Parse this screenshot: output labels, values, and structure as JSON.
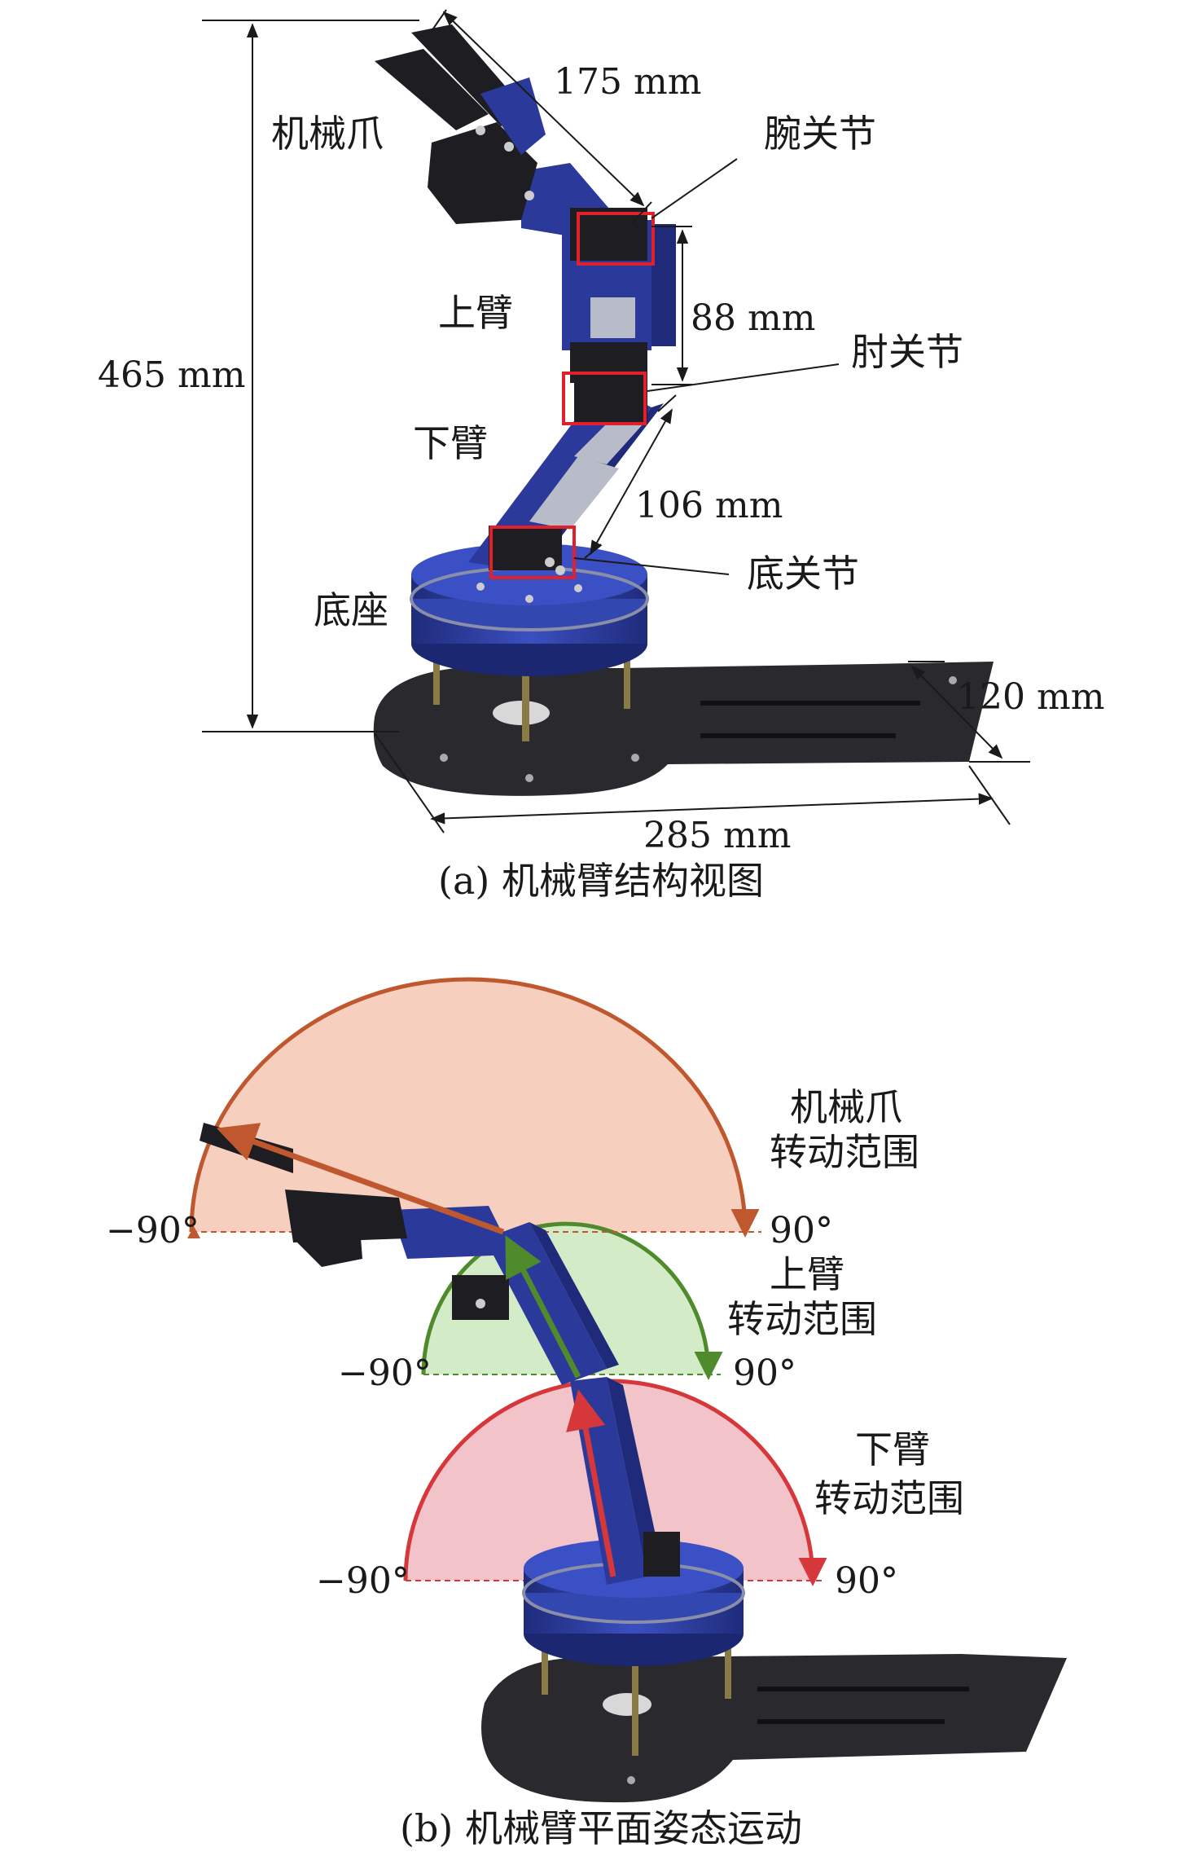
{
  "panel_a": {
    "caption": "(a) 机械臂结构视图",
    "parts": {
      "gripper": "机械爪",
      "wrist_joint": "腕关节",
      "upper_arm": "上臂",
      "elbow_joint": "肘关节",
      "lower_arm": "下臂",
      "base_joint": "底关节",
      "base": "底座"
    },
    "dimensions": {
      "total_height": "465 mm",
      "gripper_length": "175 mm",
      "upper_arm_length": "88 mm",
      "lower_arm_length": "106 mm",
      "plate_width": "120 mm",
      "plate_length": "285 mm"
    }
  },
  "panel_b": {
    "caption": "(b) 机械臂平面姿态运动",
    "ranges": [
      {
        "line1": "机械爪",
        "line2": "转动范围",
        "min": "−90°",
        "max": "90°",
        "color": "#c0582f",
        "fill": "#f6cfbe"
      },
      {
        "line1": "上臂",
        "line2": "转动范围",
        "min": "−90°",
        "max": "90°",
        "color": "#4f8a2c",
        "fill": "#d4ebc7"
      },
      {
        "line1": "下臂",
        "line2": "转动范围",
        "min": "−90°",
        "max": "90°",
        "color": "#d6373a",
        "fill": "#f2c3c9"
      }
    ]
  },
  "colors": {
    "arm_blue": "#2b3a9a",
    "servo_black": "#1d1d22",
    "highlight_red": "#e0202a",
    "plate": "#2a2a2e"
  }
}
